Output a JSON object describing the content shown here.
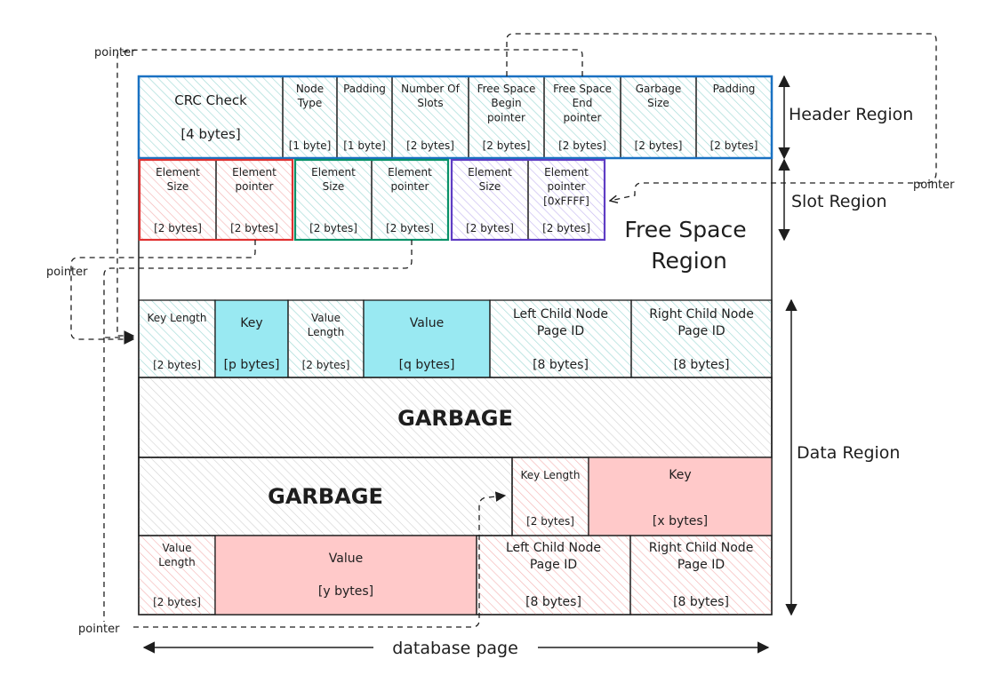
{
  "header_cells": [
    {
      "lines": [
        "CRC Check"
      ],
      "size": "[4 bytes]"
    },
    {
      "lines": [
        "Node",
        "Type"
      ],
      "size": "[1 byte]"
    },
    {
      "lines": [
        "Padding"
      ],
      "size": "[1 byte]"
    },
    {
      "lines": [
        "Number Of",
        "Slots"
      ],
      "size": "[2 bytes]"
    },
    {
      "lines": [
        "Free Space",
        "Begin",
        "pointer"
      ],
      "size": "[2 bytes]"
    },
    {
      "lines": [
        "Free Space",
        "End",
        "pointer"
      ],
      "size": "[2 bytes]"
    },
    {
      "lines": [
        "Garbage",
        "Size"
      ],
      "size": "[2 bytes]"
    },
    {
      "lines": [
        "Padding"
      ],
      "size": "[2 bytes]"
    }
  ],
  "slot_groups": [
    {
      "cells": [
        {
          "lines": [
            "Element",
            "Size"
          ],
          "size": "[2 bytes]"
        },
        {
          "lines": [
            "Element",
            "pointer"
          ],
          "size": "[2 bytes]"
        }
      ]
    },
    {
      "cells": [
        {
          "lines": [
            "Element",
            "Size"
          ],
          "size": "[2 bytes]"
        },
        {
          "lines": [
            "Element",
            "pointer"
          ],
          "size": "[2 bytes]"
        }
      ]
    },
    {
      "cells": [
        {
          "lines": [
            "Element",
            "Size"
          ],
          "size": "[2 bytes]"
        },
        {
          "lines": [
            "Element",
            "pointer",
            "[0xFFFF]"
          ],
          "size": "[2 bytes]"
        }
      ]
    }
  ],
  "record1": [
    {
      "lines": [
        "Key Length"
      ],
      "size": "[2 bytes]"
    },
    {
      "lines": [
        "Key"
      ],
      "size": "[p bytes]"
    },
    {
      "lines": [
        "Value",
        "Length"
      ],
      "size": "[2 bytes]"
    },
    {
      "lines": [
        "Value"
      ],
      "size": "[q bytes]"
    },
    {
      "lines": [
        "Left Child Node",
        "Page ID"
      ],
      "size": "[8 bytes]"
    },
    {
      "lines": [
        "Right Child Node",
        "Page ID"
      ],
      "size": "[8 bytes]"
    }
  ],
  "garbage1": "GARBAGE",
  "garbage2": "GARBAGE",
  "record2_key": [
    {
      "lines": [
        "Key Length"
      ],
      "size": "[2 bytes]"
    },
    {
      "lines": [
        "Key"
      ],
      "size": "[x bytes]"
    }
  ],
  "record2_rest": [
    {
      "lines": [
        "Value",
        "Length"
      ],
      "size": "[2 bytes]"
    },
    {
      "lines": [
        "Value"
      ],
      "size": "[y bytes]"
    },
    {
      "lines": [
        "Left Child Node",
        "Page ID"
      ],
      "size": "[8 bytes]"
    },
    {
      "lines": [
        "Right Child Node",
        "Page ID"
      ],
      "size": "[8 bytes]"
    }
  ],
  "free_space_label": [
    "Free Space",
    "Region"
  ],
  "labels": {
    "header_region": "Header Region",
    "slot_region": "Slot Region",
    "data_region": "Data Region",
    "database_page": "database page",
    "pointer": "pointer"
  },
  "colors": {
    "header_border": "#1971c2",
    "teal_hatch": "#9fd9d5",
    "red_border": "#e03131",
    "red_hatch": "#f5b5b5",
    "teal_border": "#099268",
    "purple_border": "#5f3dc4",
    "purple_hatch": "#c5b8f0",
    "cyan_fill": "#99e9f2",
    "pink_fill": "#ffc9c9",
    "gray_hatch": "#c8c8c8"
  }
}
